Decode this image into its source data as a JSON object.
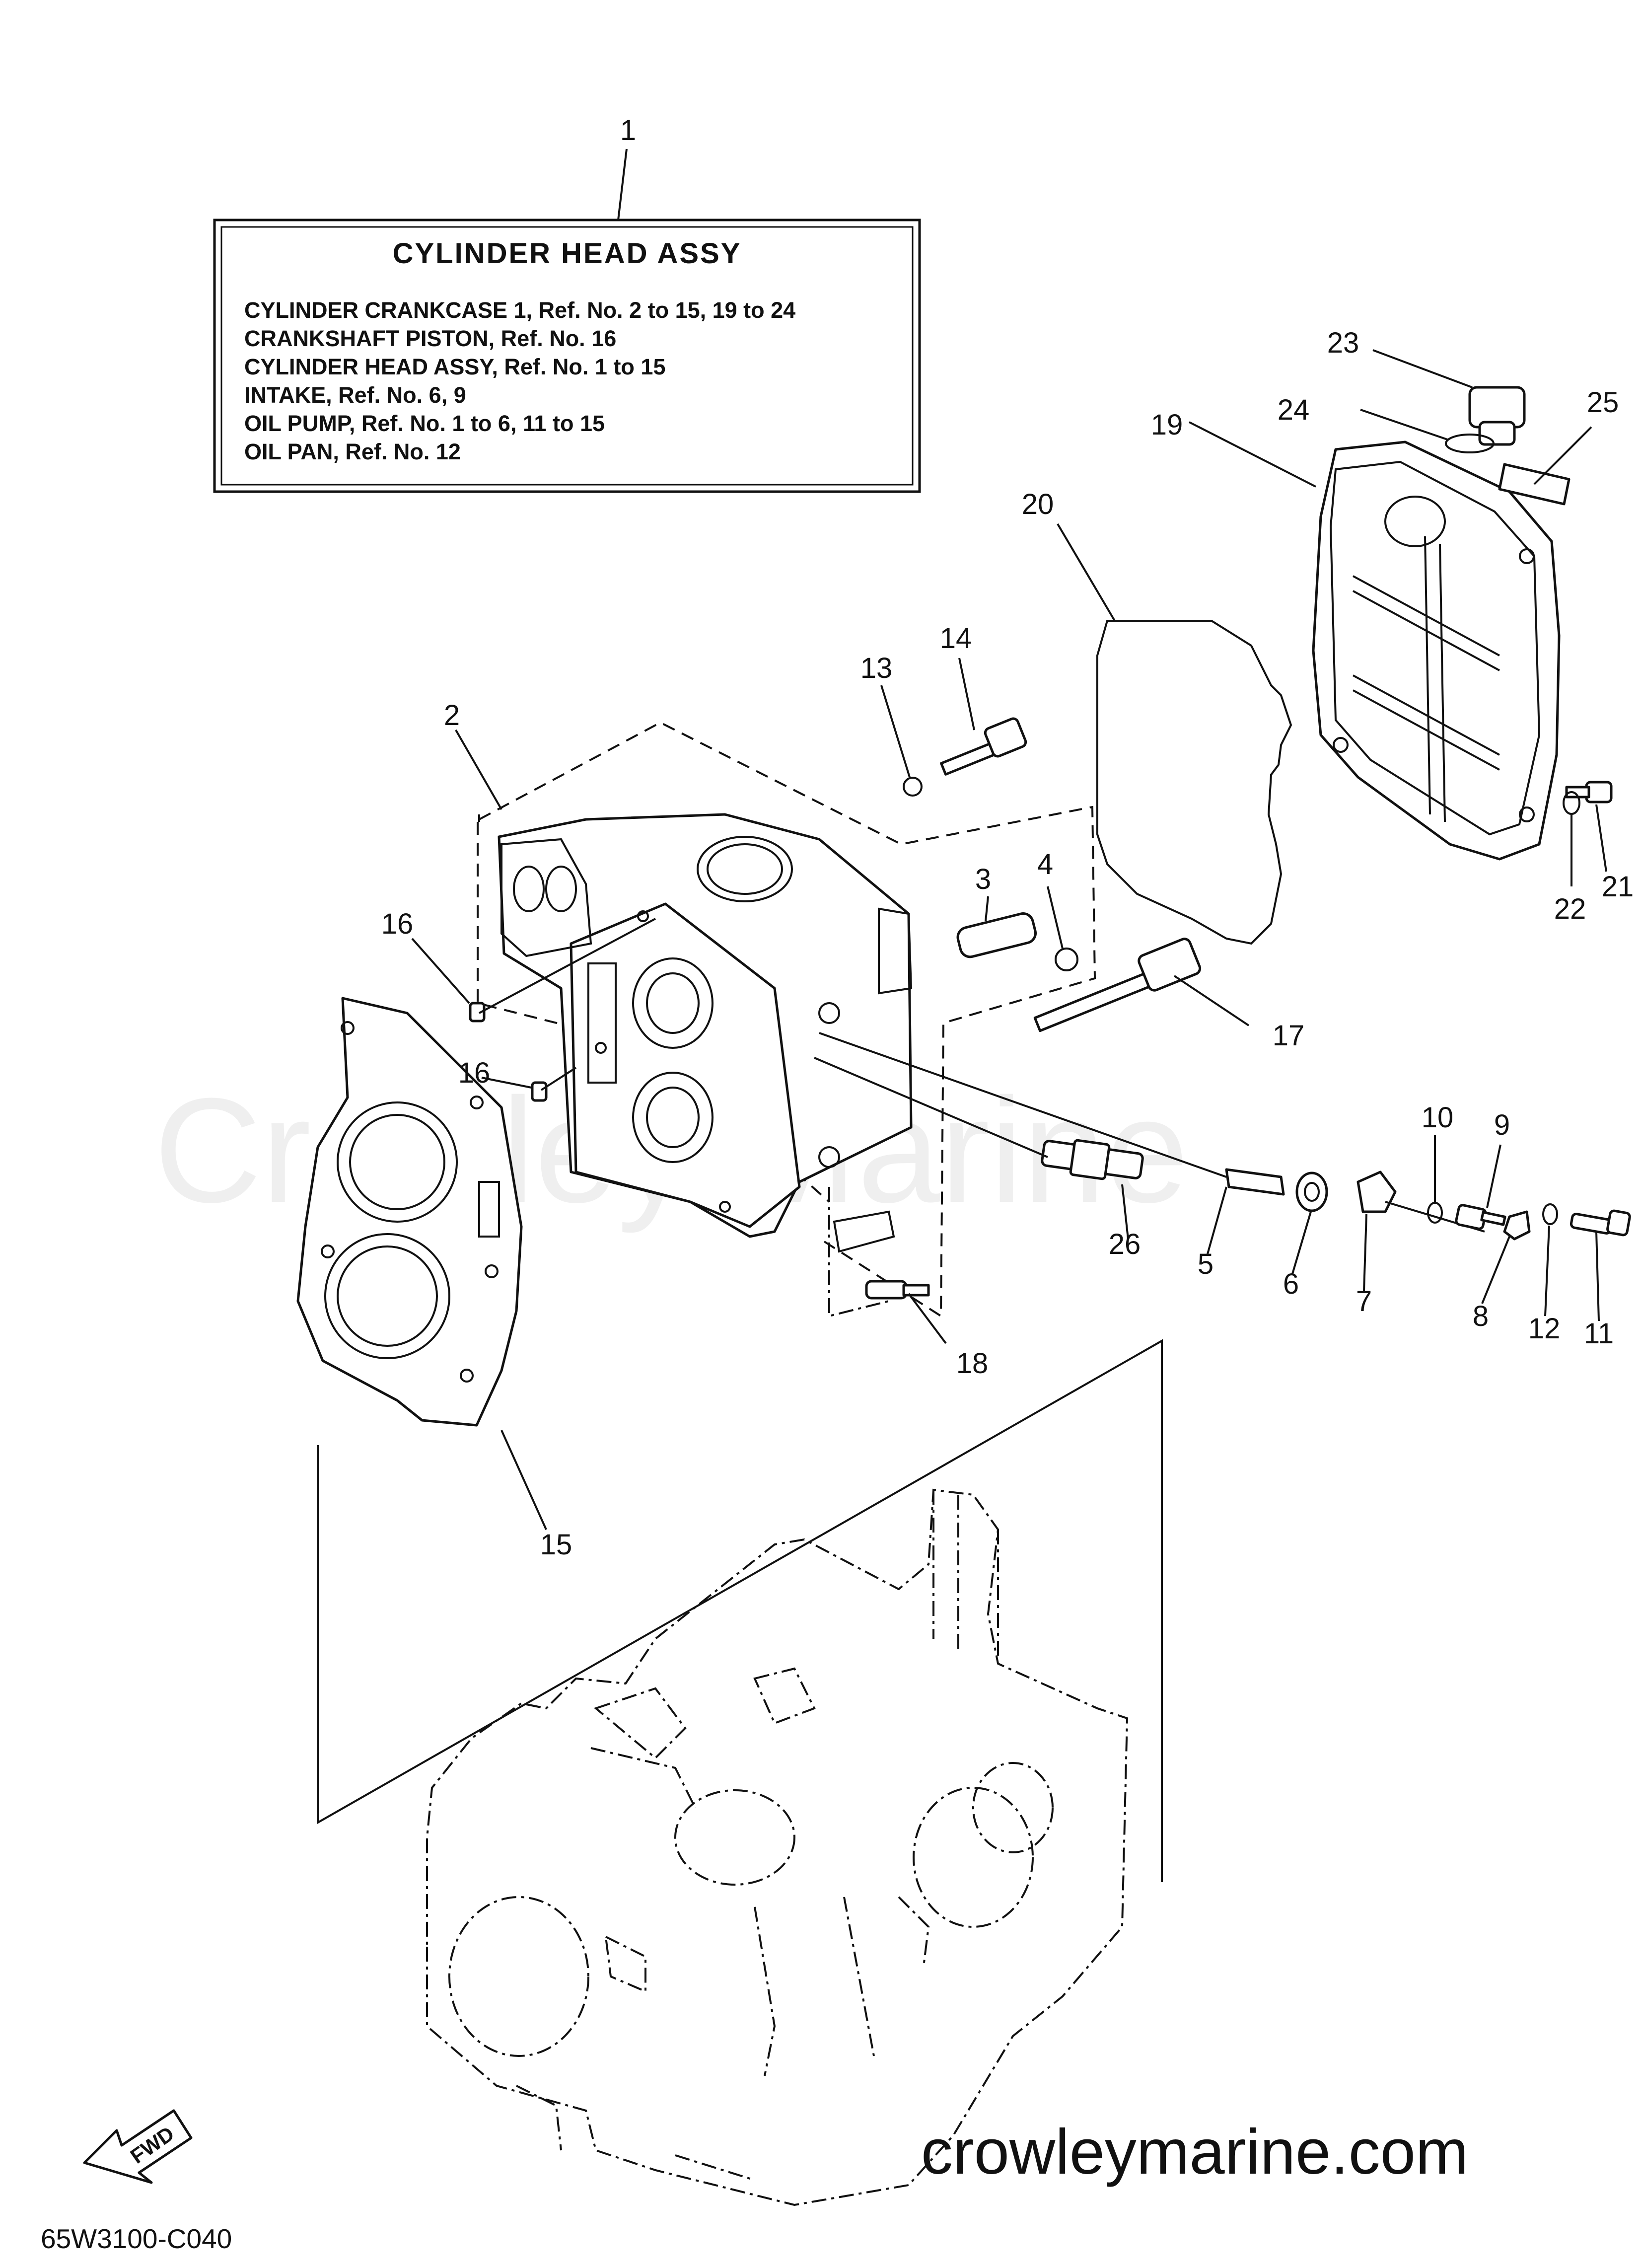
{
  "legend_box": {
    "title": "CYLINDER HEAD ASSY",
    "lines": [
      "CYLINDER CRANKCASE 1, Ref. No. 2 to 15, 19 to 24",
      "CRANKSHAFT PISTON,  Ref. No. 16",
      "CYLINDER HEAD ASSY, Ref. No. 1 to 15",
      "INTAKE,      Ref. No. 6, 9",
      "OIL PUMP, Ref. No. 1 to 6, 11 to 15",
      "OIL PAN,    Ref. No. 12"
    ]
  },
  "callouts": [
    {
      "id": "1",
      "label": "1"
    },
    {
      "id": "2",
      "label": "2"
    },
    {
      "id": "3",
      "label": "3"
    },
    {
      "id": "4",
      "label": "4"
    },
    {
      "id": "5",
      "label": "5"
    },
    {
      "id": "6",
      "label": "6"
    },
    {
      "id": "7",
      "label": "7"
    },
    {
      "id": "8",
      "label": "8"
    },
    {
      "id": "9",
      "label": "9"
    },
    {
      "id": "10",
      "label": "10"
    },
    {
      "id": "11",
      "label": "11"
    },
    {
      "id": "12",
      "label": "12"
    },
    {
      "id": "13",
      "label": "13"
    },
    {
      "id": "14",
      "label": "14"
    },
    {
      "id": "15",
      "label": "15"
    },
    {
      "id": "16a",
      "label": "16"
    },
    {
      "id": "16b",
      "label": "16"
    },
    {
      "id": "17",
      "label": "17"
    },
    {
      "id": "18",
      "label": "18"
    },
    {
      "id": "19",
      "label": "19"
    },
    {
      "id": "20",
      "label": "20"
    },
    {
      "id": "21",
      "label": "21"
    },
    {
      "id": "22",
      "label": "22"
    },
    {
      "id": "23",
      "label": "23"
    },
    {
      "id": "24",
      "label": "24"
    },
    {
      "id": "25",
      "label": "25"
    },
    {
      "id": "26",
      "label": "26"
    }
  ],
  "watermark": "Crowley Marine",
  "site_url": "crowleymarine.com",
  "diagram_code": "65W3100-C040",
  "fwd_label": "FWD",
  "line_color": "#111111"
}
